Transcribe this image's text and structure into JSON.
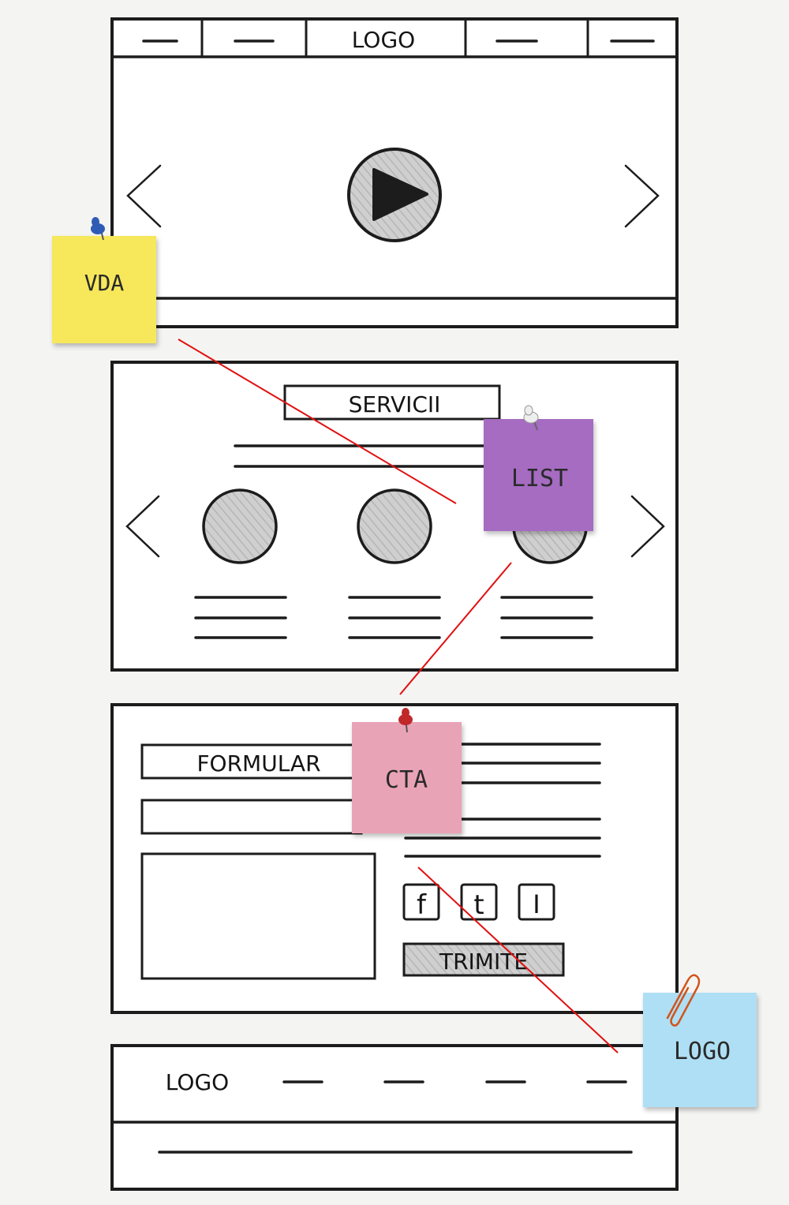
{
  "hero": {
    "nav_logo": "LOGO"
  },
  "services": {
    "title": "SERVICII"
  },
  "form": {
    "title": "FORMULAR",
    "social_icons": [
      {
        "name": "facebook-icon",
        "glyph": "f"
      },
      {
        "name": "twitter-icon",
        "glyph": "t"
      },
      {
        "name": "instagram-icon",
        "glyph": "I"
      }
    ],
    "submit_label": "TRIMITE"
  },
  "footer": {
    "logo": "LOGO"
  },
  "notes": [
    {
      "text": "VDA",
      "color": "#f6e85a",
      "pin": "#2f5bb5"
    },
    {
      "text": "LIST",
      "color": "#a56cc1",
      "pin": "#e8e8e8"
    },
    {
      "text": "CTA",
      "color": "#e9a3b7",
      "pin": "#c0282a"
    },
    {
      "text": "LOGO",
      "color": "#aedff4",
      "pin": "paperclip"
    }
  ],
  "colors": {
    "ink": "#1c1c1c",
    "hatch": "#c9c9c9",
    "connector": "#e01010"
  }
}
